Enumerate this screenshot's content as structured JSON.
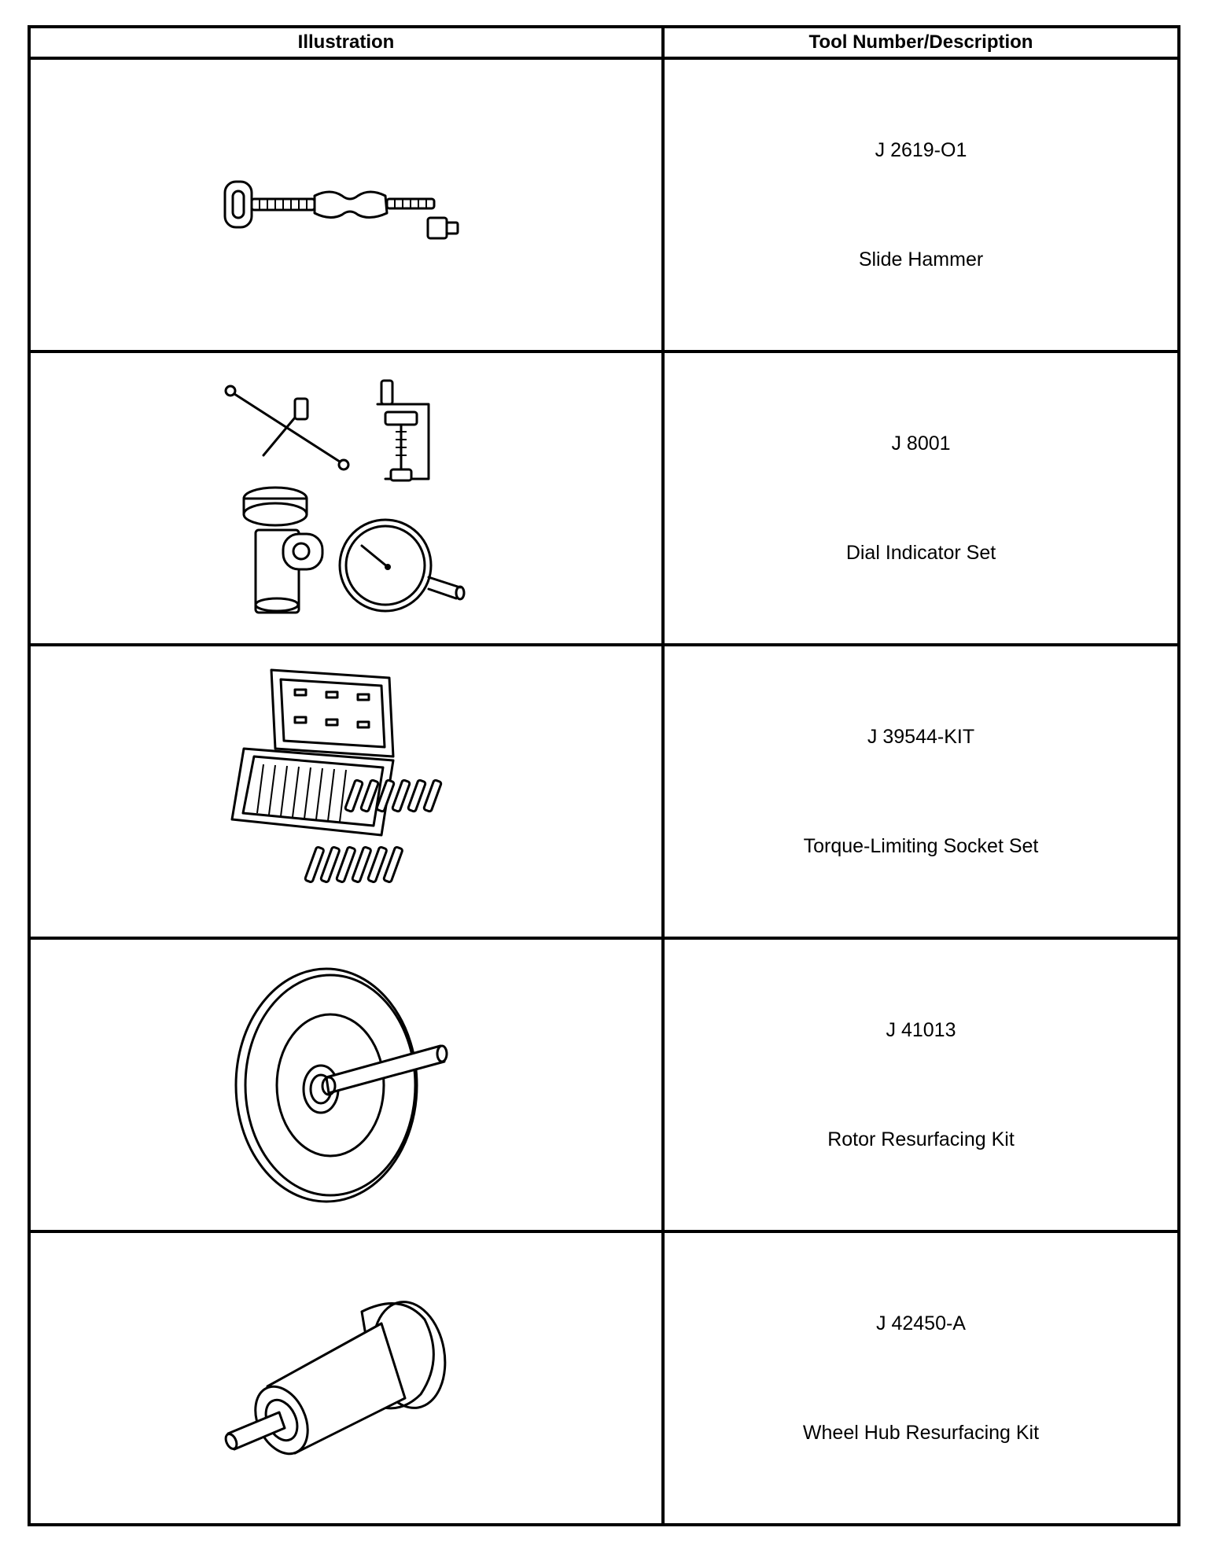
{
  "table": {
    "headers": {
      "illustration": "Illustration",
      "tool": "Tool Number/Description"
    },
    "rows": [
      {
        "tool_number": "J 2619-O1",
        "description": "Slide Hammer",
        "icon": "slide-hammer-icon"
      },
      {
        "tool_number": "J 8001",
        "description": "Dial Indicator Set",
        "icon": "dial-indicator-set-icon"
      },
      {
        "tool_number": "J 39544-KIT",
        "description": "Torque-Limiting Socket Set",
        "icon": "socket-set-icon"
      },
      {
        "tool_number": "J 41013",
        "description": "Rotor Resurfacing Kit",
        "icon": "rotor-resurfacing-kit-icon"
      },
      {
        "tool_number": "J 42450-A",
        "description": "Wheel Hub Resurfacing Kit",
        "icon": "wheel-hub-resurfacing-kit-icon"
      }
    ]
  }
}
